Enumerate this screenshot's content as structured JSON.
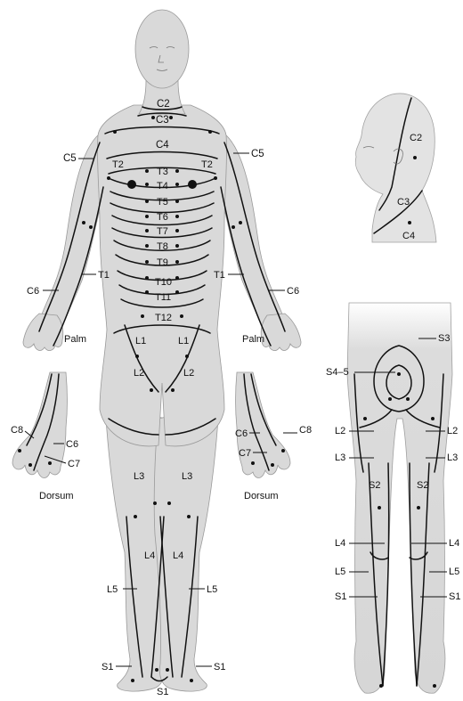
{
  "front": {
    "C2": "C2",
    "C3": "C3",
    "C4": "C4",
    "C5": "C5",
    "T1": "T1",
    "T2": "T2",
    "T3": "T3",
    "T4": "T4",
    "T5": "T5",
    "T6": "T6",
    "T7": "T7",
    "T8": "T8",
    "T9": "T9",
    "T10": "T10",
    "T11": "T11",
    "T12": "T12",
    "C6": "C6",
    "palm": "Palm",
    "L1": "L1",
    "L2": "L2",
    "L3": "L3",
    "L4": "L4",
    "L5": "L5",
    "S1": "S1"
  },
  "dorsum": {
    "C6": "C6",
    "C7": "C7",
    "C8": "C8",
    "caption": "Dorsum"
  },
  "head": {
    "C2": "C2",
    "C3": "C3",
    "C4": "C4"
  },
  "back": {
    "S3": "S3",
    "S45": "S4–5",
    "L2": "L2",
    "L3": "L3",
    "S2": "S2",
    "L4": "L4",
    "L5": "L5",
    "S1": "S1"
  }
}
